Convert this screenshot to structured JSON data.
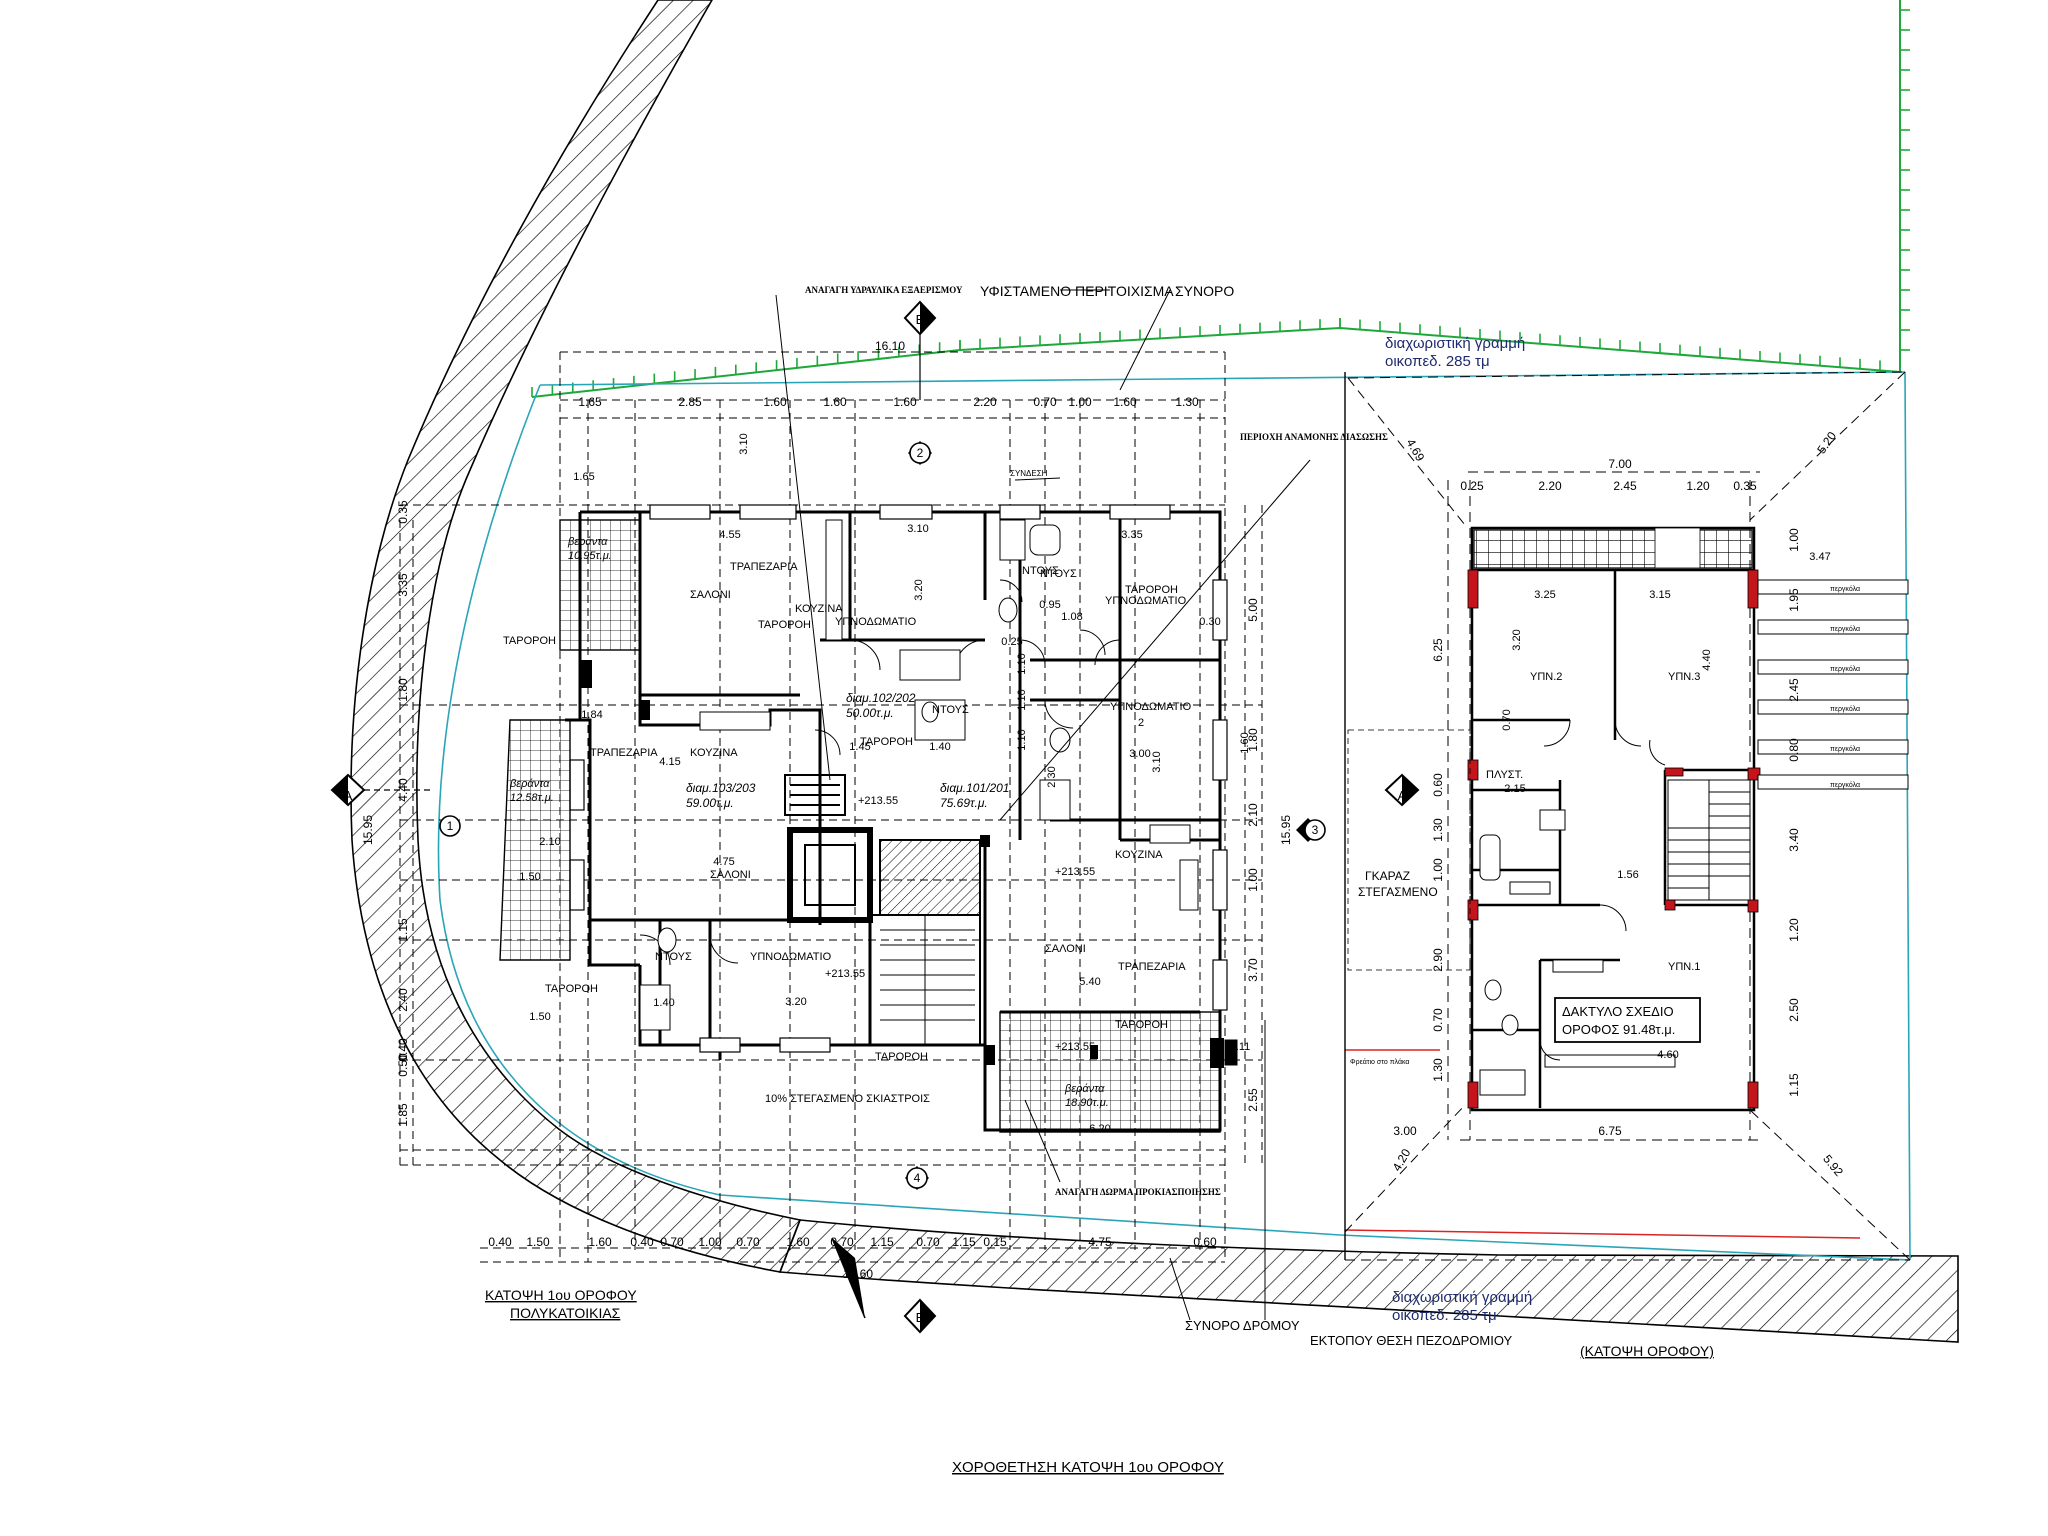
{
  "title": "ΧΟΡΟΘΕΤΗΣΗ ΚΑΤΟΨΗ 1ου ΟΡΟΦΟΥ",
  "notes": {
    "anagathi_ydravlika": "ΑΝΑΓΑΓΗ ΥΔΡΑΥΛΙΚΑ ΕΞΑΕΡΙΣΜΟΥ",
    "yfistameno": "ΥΦΙΣΤΑΜΕΝΟ ΠΕΡΙΤΟΙΧΙΣΜΑ",
    "synoro": "ΣΥΝΟΡΟ",
    "synoro_dromou": "ΣΥΝΟΡΟ ΔΡΟΜΟΥ",
    "ektopou": "ΕΚΤΟΠΟΥ ΘΕΣΗ ΠΕΖΟΔΡΟΜΙΟΥ",
    "perioxi": "ΠΕΡΙΟΧΗ ΑΝΑΜΟΝΗΣ ΔΙΑΣΩΣΗΣ",
    "anagathi_dorma": "ΑΝΑΓΑΓΗ ΔΩΡΜΑ ΠΡΟΚΙΑΣΠΟΙΗΣΗΣ",
    "stegasmeno": "10% ΣΤΕΓΑΣΜΕΝΟ ΣΚΙΑΣΤΡΟΙΣ",
    "diax_top": "διαχωριστική γραμμή",
    "oikop_top": "οικοπεδ. 285 τμ",
    "diax_bottom": "διαχωριστική γραμμή",
    "oikop_bottom": "οικοπεδ. 285 τμ",
    "small_note": "Φρεάτιο στο πλάκα"
  },
  "left_plan": {
    "caption_1": "ΚΑΤΟΨΗ 1ου ΟΡΟΦΟΥ",
    "caption_2": "ΠΟΛΥΚΑΤΟΙΚΙΑΣ",
    "rooms": [
      "ΤΡΑΠΕΖΑΡΙΑ",
      "ΣΑΛΟΝΙ",
      "ΚΟΥΖΙΝΑ",
      "ΤΑΡΟΡΟΗ",
      "ΥΠΝΟΔΩΜΑΤΙΟ",
      "ΝΤΟΥΣ",
      "ΤΑΡΟΡΟΗ",
      "ΥΠΝΟΔΩΜΑΤΙΟ",
      "ΝΤΟΥΣ",
      "ΤΑΡΟΡΟΗ",
      "ΤΡΑΠΕΖΑΡΙΑ",
      "ΚΟΥΖΙΝΑ",
      "ΣΑΛΟΝΙ",
      "ΤΑΡΟΡΟΗ",
      "ΝΤΟΥΣ",
      "ΤΑΡΟΡΟΗ",
      "ΥΠΝΟΔΩΜΑΤΙΟ",
      "ΥΠΝΟΔΩΜΑΤΙΟ 2",
      "ΚΟΥΖΙΝΑ",
      "ΣΑΛΟΝΙ",
      "ΤΡΑΠΕΖΑΡΙΑ",
      "ΤΑΡΟΡΟΗ",
      "ΤΑΡΟΡΟΗ",
      "ΝΤΟΥΣ",
      "ΣΥΝΔΕΣΗ"
    ],
    "units": [
      {
        "name": "διαμ.102/202",
        "area": "50.00τ.μ."
      },
      {
        "name": "διαμ.103/203",
        "area": "59.00τ.μ."
      },
      {
        "name": "διαμ.101/201",
        "area": "75.69τ.μ."
      }
    ],
    "verandas": [
      {
        "name": "βεράντα",
        "area": "10.95τ.μ."
      },
      {
        "name": "βεράντα",
        "area": "12.58τ.μ."
      },
      {
        "name": "βεράντα",
        "area": "18.90τ.μ."
      }
    ],
    "levels": [
      "+213.55",
      "+213.55",
      "+213.55",
      "+213.55"
    ],
    "dims_top": [
      "1.65",
      "2.85",
      "1.60",
      "1.60",
      "1.60",
      "2.20",
      "0.70",
      "1.00",
      "1.60",
      "1.30"
    ],
    "dims_overall_top": "16.10",
    "dims_bottom": [
      "0.40",
      "1.50",
      "1.60",
      "0.40",
      "0.70",
      "1.00",
      "0.70",
      "1.60",
      "0.70",
      "1.15",
      "0.70",
      "1.15",
      "0.15",
      "4.75",
      "0.60"
    ],
    "dims_overall_bottom": "17.60",
    "dims_left": [
      "0.35",
      "3.35",
      "1.80",
      "4.40",
      "1.15",
      "2.40",
      "0.40",
      "0.50",
      "1.85"
    ],
    "dims_right": [
      "5.00",
      "1.80",
      "2.10",
      "1.00",
      "3.70",
      "2.55"
    ],
    "overall_side": "15.95",
    "misc_dims": [
      "4.55",
      "3.10",
      "3.35",
      "3.20",
      "4.15",
      "4.75",
      "5.40",
      "3.00",
      "3.10",
      "3.20",
      "6.20",
      "1.45",
      "1.40",
      "2.30",
      "1.10",
      "1.10",
      "1.10",
      "1.40",
      "1.60",
      "1.50",
      "1.50",
      "1.84",
      "1.65",
      "2.10",
      "1.08",
      "0.95",
      "0.25",
      "0.30",
      "3.10",
      "3.11"
    ],
    "axes": [
      "1",
      "2",
      "3",
      "4"
    ],
    "sections": [
      "A",
      "A",
      "B",
      "B"
    ]
  },
  "right_plan": {
    "caption": "(ΚΑΤΟΨΗ ΟΡΟΦΟΥ)",
    "garage": "ΓΚΑΡΑΖ ΣΤΕΓΑΣΜΕΝΟ",
    "rooms": [
      "ΥΠΝ.2",
      "ΥΠΝ.3",
      "ΥΠΝ.1",
      "ΠΛΥΣΤ."
    ],
    "box_line1": "ΔΑΚΤΥΛΟ ΣΧΕΔΙΟ",
    "box_line2": "ΟΡΟΦΟΣ 91.48τ.μ.",
    "dims_top": [
      "0.25",
      "2.20",
      "2.45",
      "1.20",
      "0.35"
    ],
    "overall_top": "7.00",
    "dims_side": [
      "1.00",
      "1.95",
      "2.45",
      "0.80",
      "3.40",
      "1.20",
      "2.50",
      "1.15"
    ],
    "dims_left": [
      "6.25",
      "0.60",
      "1.30",
      "1.00",
      "2.90",
      "0.70",
      "1.30"
    ],
    "diag": [
      "4.69",
      "5.20",
      "4.20",
      "5.92"
    ],
    "dims_bottom": [
      "3.00",
      "6.75"
    ],
    "misc": [
      "3.25",
      "3.15",
      "3.20",
      "4.40",
      "4.60",
      "3.47",
      "1.56",
      "2.15",
      "0.70"
    ],
    "pergola": [
      "περγκόλα",
      "περγκόλα",
      "περγκόλα",
      "περγκόλα",
      "περγκόλα",
      "περγκόλα"
    ]
  },
  "colors": {
    "ink": "#000000",
    "boundary_green": "#1fa83a",
    "boundary_cyan": "#2aa5b8",
    "wall_red": "#c4141c",
    "blue_text": "#1e2a6e"
  }
}
